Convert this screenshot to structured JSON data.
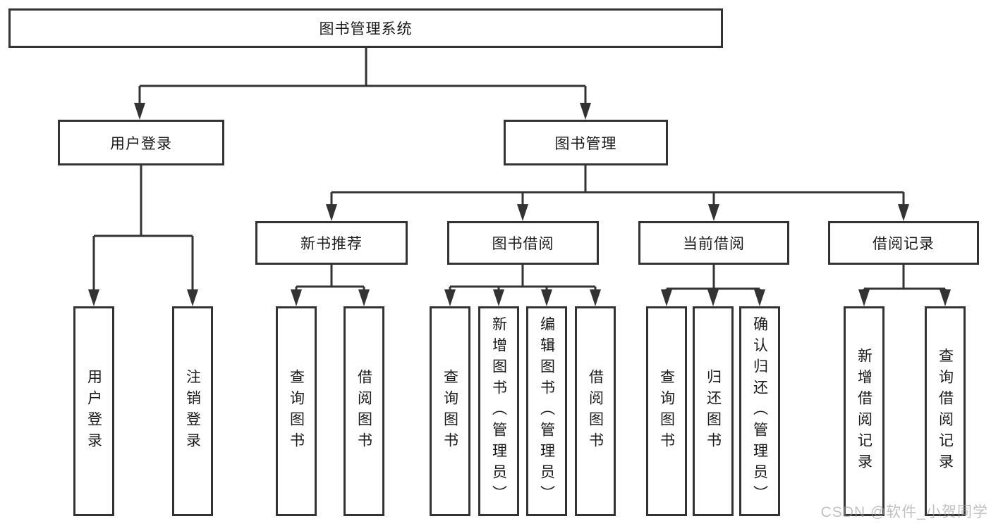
{
  "root": {
    "label": "图书管理系统"
  },
  "branches": [
    {
      "label": "用户登录",
      "children": [
        {
          "label": "用户登录"
        },
        {
          "label": "注销登录"
        }
      ]
    },
    {
      "label": "图书管理",
      "children": [
        {
          "label": "新书推荐",
          "children": [
            {
              "label": "查询图书"
            },
            {
              "label": "借阅图书"
            }
          ]
        },
        {
          "label": "图书借阅",
          "children": [
            {
              "label": "查询图书"
            },
            {
              "label": "新增图书（管理员）"
            },
            {
              "label": "编辑图书（管理员）"
            },
            {
              "label": "借阅图书"
            }
          ]
        },
        {
          "label": "当前借阅",
          "children": [
            {
              "label": "查询图书"
            },
            {
              "label": "归还图书"
            },
            {
              "label": "确认归还（管理员）"
            }
          ]
        },
        {
          "label": "借阅记录",
          "children": [
            {
              "label": "新增借阅记录"
            },
            {
              "label": "查询借阅记录"
            }
          ]
        }
      ]
    }
  ],
  "watermark": {
    "text": "CSDN @软件_小贺同学",
    "color": "#c0c0c0"
  },
  "colors": {
    "background": "#ffffff",
    "line": "#333333",
    "box_border": "#333333",
    "text": "#1a1a1a"
  }
}
